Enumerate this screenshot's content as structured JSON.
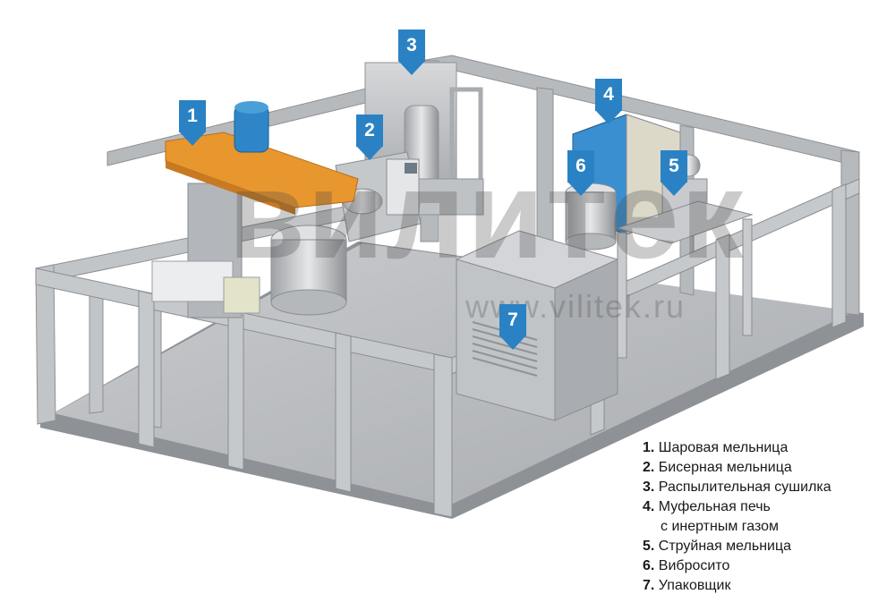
{
  "watermark": {
    "logo_text": "вилитек",
    "url": "www.vilitek.ru"
  },
  "markers": [
    {
      "id": "1"
    },
    {
      "id": "2"
    },
    {
      "id": "3"
    },
    {
      "id": "4"
    },
    {
      "id": "5"
    },
    {
      "id": "6"
    },
    {
      "id": "7"
    }
  ],
  "legend": [
    {
      "num": "1.",
      "text": "Шаровая мельница"
    },
    {
      "num": "2.",
      "text": "Бисерная мельница"
    },
    {
      "num": "3.",
      "text": "Распылительная сушилка"
    },
    {
      "num": "4.",
      "text": "Муфельная печь"
    },
    {
      "num": "",
      "text": "с инертным газом"
    },
    {
      "num": "5.",
      "text": "Струйная мельница"
    },
    {
      "num": "6.",
      "text": "Вибросито"
    },
    {
      "num": "7.",
      "text": "Упаковщик"
    }
  ],
  "colors": {
    "marker": "#2a82c4",
    "frame": "#b9bcbf",
    "ball_mill_orange": "#e8962e",
    "motor_blue": "#2e86c8",
    "furnace_blue": "#3a8fd0"
  }
}
